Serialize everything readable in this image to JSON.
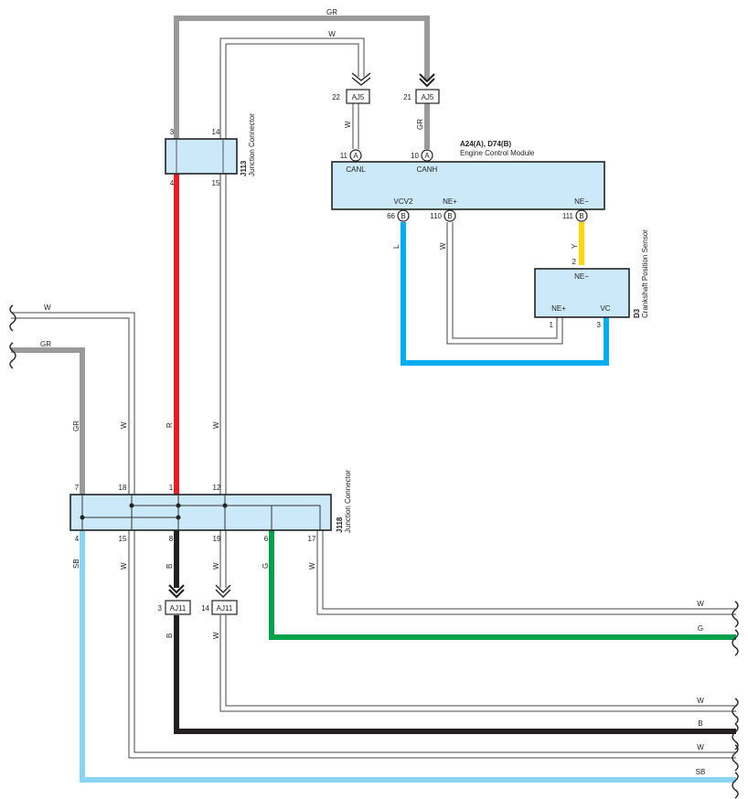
{
  "colors": {
    "GR": "#9a9a9a",
    "R": "#e51e25",
    "B": "#231f20",
    "G": "#00a14b",
    "L": "#00aeef",
    "SB": "#8ad5f4",
    "Y": "#ffd800",
    "W": "#444444",
    "box_fill": "#cce9f9"
  },
  "ecm": {
    "code": "A24(A), D74(B)",
    "name": "Engine Control Module",
    "canl": "CANL",
    "canh": "CANH",
    "vcv2": "VCV2",
    "ne_plus": "NE+",
    "ne_minus": "NE−",
    "pin_11": "11",
    "pin_10": "10",
    "pin_66": "66",
    "pin_110": "110",
    "pin_111": "111",
    "conn_a": "A",
    "conn_b": "B"
  },
  "aj5_22": {
    "pin": "22",
    "name": "AJ5"
  },
  "aj5_21": {
    "pin": "21",
    "name": "AJ5"
  },
  "aj11_3": {
    "pin": "3",
    "name": "AJ11"
  },
  "aj11_14": {
    "pin": "14",
    "name": "AJ11"
  },
  "j113": {
    "code": "J113",
    "name": "Junction Connector",
    "pin_3": "3",
    "pin_14": "14",
    "pin_4": "4",
    "pin_15": "15"
  },
  "j118": {
    "code": "J118",
    "name": "Junction Connector",
    "pin_7": "7",
    "pin_18": "18",
    "pin_1": "1",
    "pin_12": "12",
    "pin_4": "4",
    "pin_15": "15",
    "pin_8": "8",
    "pin_19": "19",
    "pin_6": "6",
    "pin_17": "17"
  },
  "sensor": {
    "code": "D3",
    "name": "Crankshaft Position Sensor",
    "ne_minus": "NE−",
    "ne_plus": "NE+",
    "vc": "VC",
    "pin_2": "2",
    "pin_1": "1",
    "pin_3": "3"
  },
  "wire_labels": {
    "top_gr": "GR",
    "top_w": "W",
    "w_22": "W",
    "gr_21": "GR",
    "l_66": "L",
    "w_110": "W",
    "y_111": "Y",
    "left_w": "W",
    "left_gr": "GR",
    "gr_vert": "GR",
    "w_vert_18": "W",
    "r_vert": "R",
    "w_vert_12": "W",
    "sb_vert": "SB",
    "w_vert_15": "W",
    "b_vert_8": "B",
    "w_vert_19": "W",
    "g_vert": "G",
    "w_vert_17": "W",
    "b_after_aj11": "B",
    "w_after_aj11": "W",
    "right_w1": "W",
    "right_g": "G",
    "right_w2": "W",
    "right_b": "B",
    "right_w3": "W",
    "right_sb": "SB"
  }
}
